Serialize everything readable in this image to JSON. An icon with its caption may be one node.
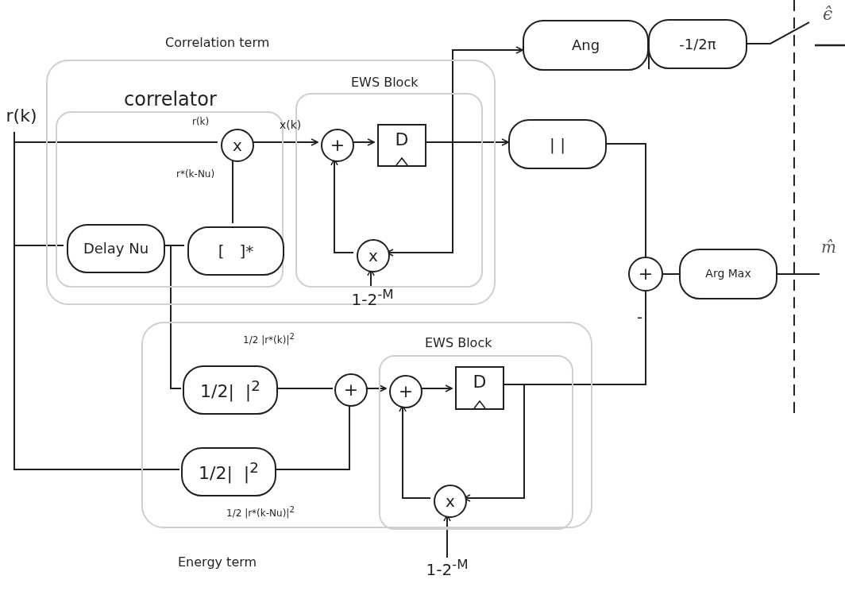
{
  "diagram": {
    "nodes": [
      {
        "text": [
          "Correlation term"
        ]
      },
      {
        "text": [
          "correlator"
        ],
        "in": 0
      },
      {
        "text": [
          "EWS Block"
        ],
        "in": 0
      },
      {
        "text": [
          "Energy term"
        ]
      },
      {
        "text": [
          "EWS Block"
        ],
        "in": 3
      },
      {
        "text": [
          "r(k)"
        ]
      },
      {
        "text": [
          "x"
        ],
        "in": 1
      },
      {
        "text": [
          "Delay Nu"
        ],
        "in": 1
      },
      {
        "text": [
          "[   ]*"
        ],
        "in": 1
      },
      {
        "text": [
          "+"
        ],
        "in": 2
      },
      {
        "text": [
          "D"
        ],
        "in": 2
      },
      {
        "text": [
          "x"
        ],
        "in": 2
      },
      {
        "text": [
          "1-2$^{-M}$"
        ],
        "in": 0
      },
      {
        "text": [
          "Ang"
        ]
      },
      {
        "text": [
          "-1/2π"
        ]
      },
      {
        "text": [
          "| |"
        ]
      },
      {
        "text": [
          "+"
        ]
      },
      {
        "text": [
          "Arg Max"
        ]
      },
      {
        "text": [
          "1/2|  |$^{2}$"
        ],
        "in": 3
      },
      {
        "text": [
          "1/2|  |$^{2}$"
        ],
        "in": 3
      },
      {
        "text": [
          "+"
        ],
        "in": 3
      },
      {
        "text": [
          "+"
        ],
        "in": 4
      },
      {
        "text": [
          "D"
        ],
        "in": 4
      },
      {
        "text": [
          "x"
        ],
        "in": 4
      },
      {
        "text": [
          "1-2$^{-M}$"
        ]
      }
    ],
    "edges": [
      {
        "from": 5,
        "to": 6,
        "arrow": "none"
      },
      {
        "from": 5,
        "to": 7,
        "arrow": "none"
      },
      {
        "from": 5,
        "to": 19,
        "arrow": "none"
      },
      {
        "from": 7,
        "to": 8,
        "arrow": "none"
      },
      {
        "from": 7,
        "to": 18,
        "arrow": "none"
      },
      {
        "from": 8,
        "to": 6,
        "arrow": "none"
      },
      {
        "from": 6,
        "to": 9,
        "arrow": "to"
      },
      {
        "from": 9,
        "to": 10,
        "arrow": "to"
      },
      {
        "from": 10,
        "to": 15,
        "arrow": "to"
      },
      {
        "from": 10,
        "to": 13,
        "arrow": "to"
      },
      {
        "from": 10,
        "to": 11,
        "arrow": "to"
      },
      {
        "from": 11,
        "to": 9,
        "arrow": "to"
      },
      {
        "from": 12,
        "to": 11,
        "arrow": "to"
      },
      {
        "from": 13,
        "to": 14,
        "arrow": "none"
      },
      {
        "from": 14,
        "to": null,
        "arrow": "none"
      },
      {
        "from": 15,
        "to": 16,
        "arrow": "none"
      },
      {
        "from": 16,
        "to": 17,
        "arrow": "none"
      },
      {
        "from": 17,
        "to": null,
        "arrow": "none"
      },
      {
        "from": 18,
        "to": 20,
        "arrow": "none"
      },
      {
        "from": 19,
        "to": 20,
        "arrow": "none"
      },
      {
        "from": 20,
        "to": 21,
        "arrow": "to"
      },
      {
        "from": 21,
        "to": 22,
        "arrow": "to"
      },
      {
        "from": 22,
        "to": 16,
        "arrow": "none"
      },
      {
        "from": 22,
        "to": 23,
        "arrow": "to"
      },
      {
        "from": 23,
        "to": 21,
        "arrow": "to"
      },
      {
        "from": 24,
        "to": 23,
        "arrow": "to"
      }
    ],
    "labels": [
      "r(k)",
      "x(k)",
      "r*(k-Nu)",
      "1/2 |r*(k)|$^{2}$",
      "1/2 |r*(k-Nu)|$^{2}$",
      "-",
      "ϵ̂",
      "m̂"
    ]
  }
}
